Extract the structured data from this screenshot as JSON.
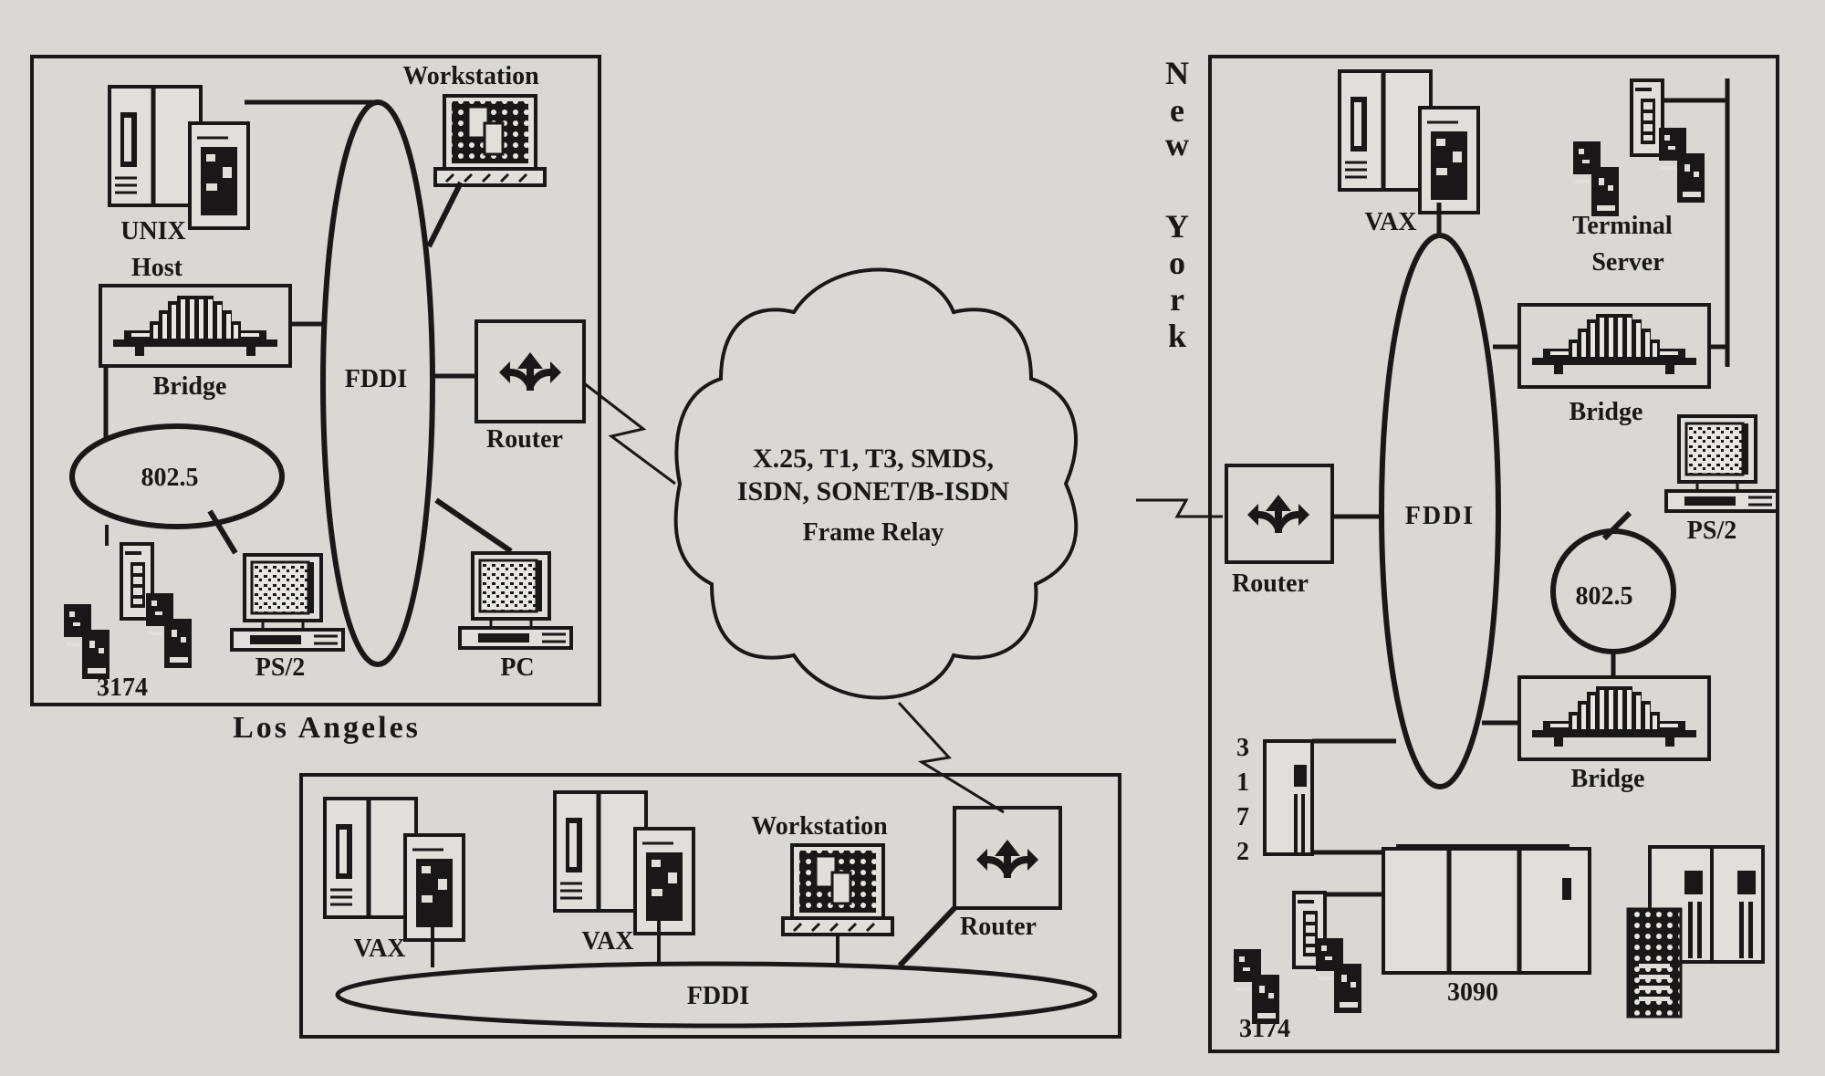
{
  "diagram": {
    "colors": {
      "paper": "#d9d8d4",
      "ink": "#1a1718"
    },
    "wan_cloud": {
      "lines": [
        "X.25, T1, T3, SMDS,",
        "ISDN, SONET/B-ISDN",
        "Frame Relay"
      ]
    },
    "sites": {
      "los_angeles": {
        "name": "Los Angeles",
        "labels": {
          "unix_host_1": "UNIX",
          "unix_host_2": "Host",
          "workstation": "Workstation",
          "bridge": "Bridge",
          "fddi": "FDDI",
          "router": "Router",
          "token_ring": "802.5",
          "controller": "3174",
          "ps2": "PS/2",
          "pc": "PC"
        }
      },
      "new_york": {
        "name_letters": [
          "N",
          "e",
          "w",
          "Y",
          "o",
          "r",
          "k"
        ],
        "labels": {
          "vax": "VAX",
          "terminal_server_1": "Terminal",
          "terminal_server_2": "Server",
          "bridge_top": "Bridge",
          "fddi": "FDDI",
          "router": "Router",
          "ps2": "PS/2",
          "token_ring": "802.5",
          "bridge_bottom": "Bridge",
          "controller_3172": [
            "3",
            "1",
            "7",
            "2"
          ],
          "mainframe": "3090",
          "controller_3174": "3174"
        }
      },
      "third_site": {
        "labels": {
          "vax_1": "VAX",
          "vax_2": "VAX",
          "workstation": "Workstation",
          "router": "Router",
          "fddi": "FDDI"
        }
      }
    }
  }
}
